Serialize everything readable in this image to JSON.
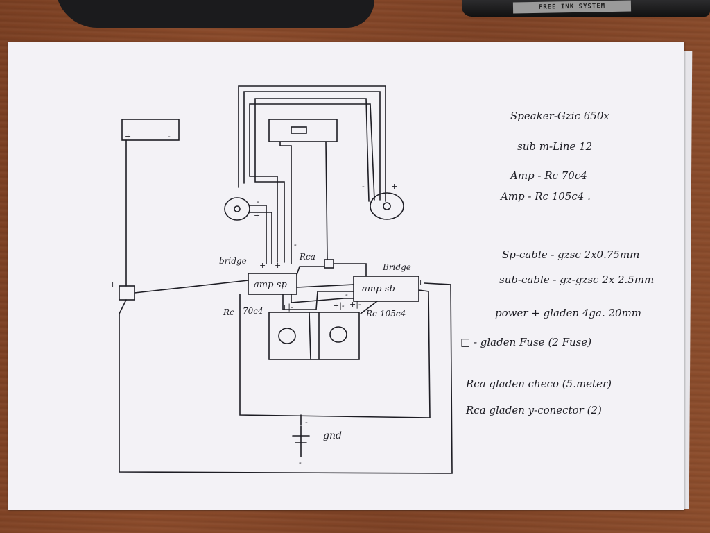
{
  "marker": {
    "label": "FREE INK SYSTEM"
  },
  "diagram": {
    "labels": {
      "bridge_left": "bridge",
      "rca_top": "Rca",
      "bridge_right": "Bridge",
      "amp_sp": "amp-sp",
      "amp_sb": "amp-sb",
      "rc70_left": "Rc",
      "rc70_model": "70c4",
      "rc105_left": "Rc",
      "rc105_model": "105c4",
      "gnd": "gnd"
    },
    "polarity": {
      "battery_plus": "+",
      "battery_minus": "-",
      "speaker_left_minus": "-",
      "speaker_left_plus": "+",
      "speaker_right_minus": "-",
      "speaker_right_plus": "+",
      "fuse_plus": "+",
      "amp_sp_plus_1": "+",
      "amp_sp_plus_2": "+",
      "amp_sp_minus": "-",
      "amp_sb_minus": "-",
      "amp_sb_plus": "+",
      "sub_terminals_1": "+|-",
      "sub_terminals_2": "+|-",
      "sub_terminals_3": "+|-",
      "gnd_minus_top": "-",
      "gnd_minus_bottom": "-"
    }
  },
  "notes": [
    "Speaker-Gzic 650x",
    "sub   m-Line 12",
    "Amp -  Rc 70c4",
    "Amp -  Rc 105c4 .",
    "Sp-cable - gzsc 2x0.75mm",
    "sub-cable - gz-gzsc 2x 2.5mm",
    "power + gladen  4ga. 20mm",
    "□ - gladen Fuse  (2 Fuse)",
    "Rca  gladen  checo (5.meter)",
    "Rca  gladen   y-conector (2)"
  ]
}
